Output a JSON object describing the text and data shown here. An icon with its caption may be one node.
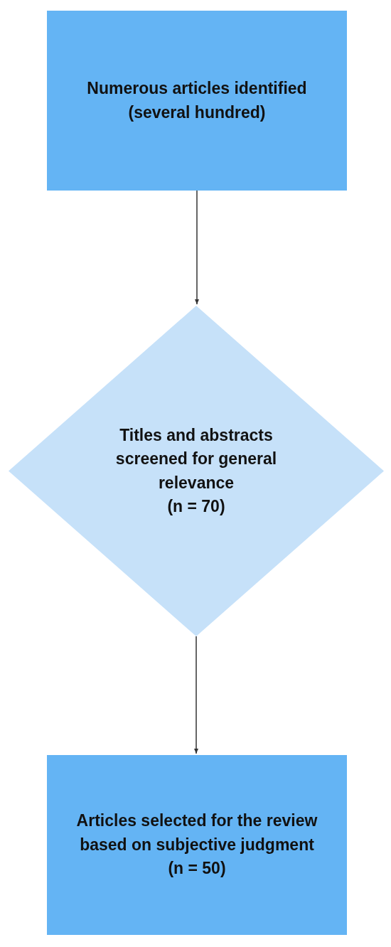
{
  "diagram": {
    "nodes": [
      {
        "text": [
          "Numerous articles identified  (several hundred)"
        ]
      },
      {
        "text": [
          "Titles and abstracts screened for general relevance",
          "(n = 70)"
        ]
      },
      {
        "text": [
          "Articles selected for the review based on subjective judgment",
          "(n = 50)"
        ]
      }
    ],
    "edges": [
      {
        "from": 0,
        "to": 1,
        "arrow": "to"
      },
      {
        "from": 1,
        "to": 2,
        "arrow": "to"
      }
    ]
  }
}
